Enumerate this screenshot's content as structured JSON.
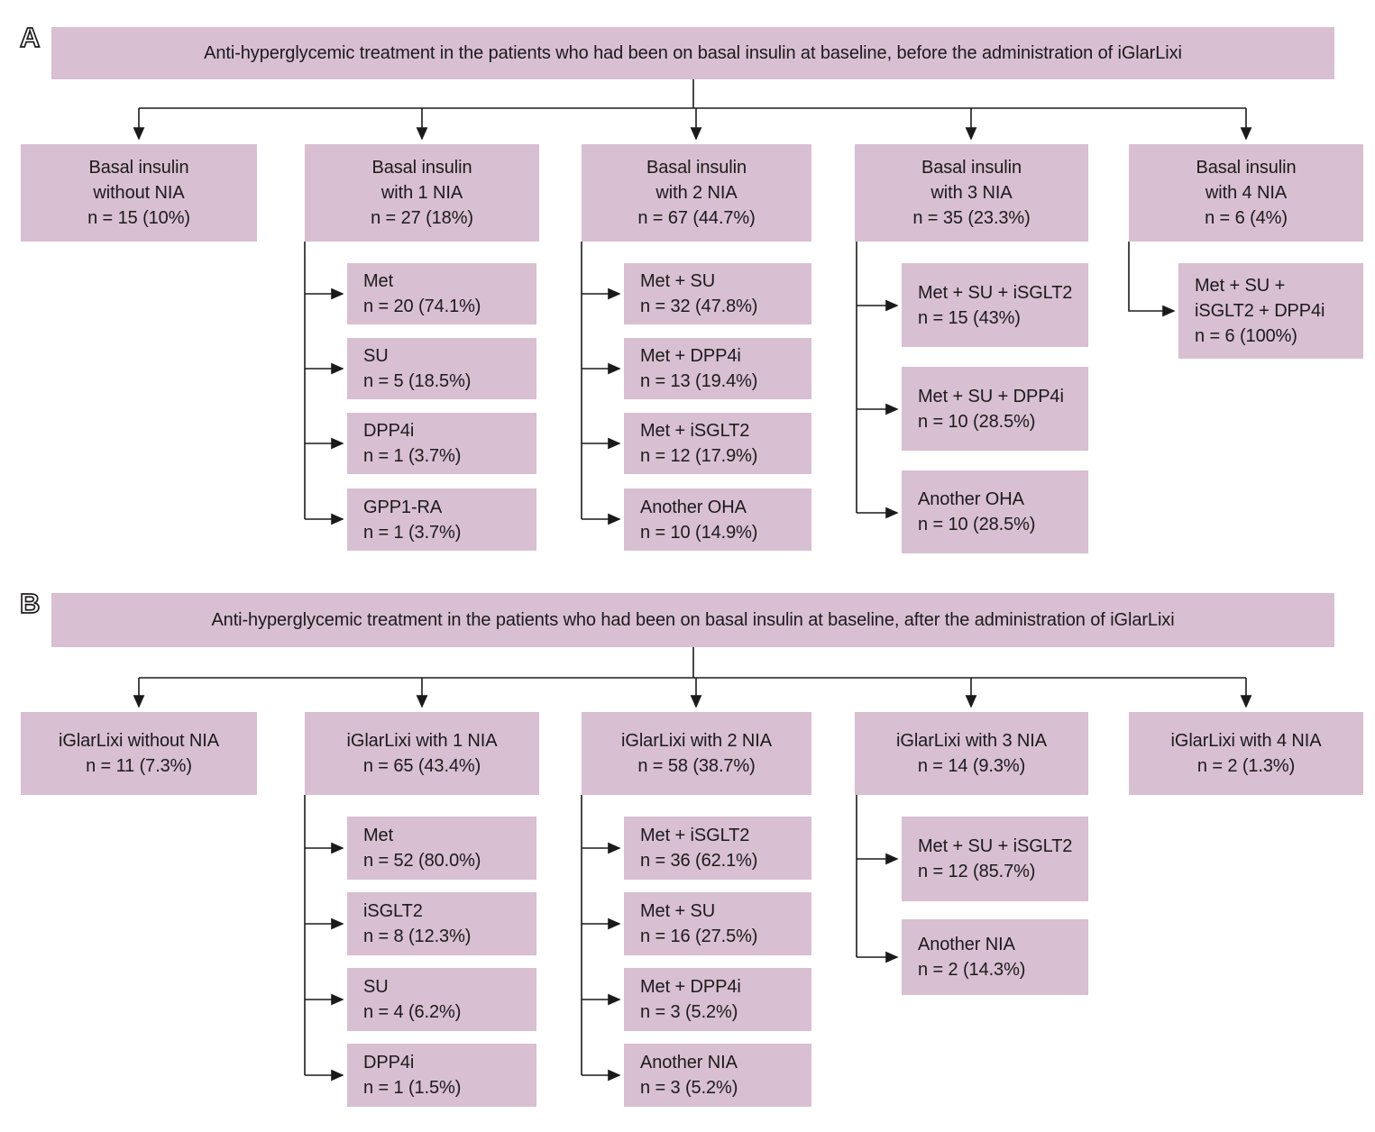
{
  "colors": {
    "box_fill": "#d8bfd2",
    "connector_line": "#1a1a1a",
    "text": "#1c1a1b",
    "background": "#ffffff"
  },
  "figure": {
    "panelA": {
      "label": "A",
      "title": "Anti-hyperglycemic treatment in the patients who had been on basal insulin at baseline, before the administration of iGlarLixi",
      "columns": [
        {
          "root": {
            "lines": [
              "Basal insulin",
              "without NIA",
              "n = 15 (10%)"
            ]
          },
          "children": []
        },
        {
          "root": {
            "lines": [
              "Basal insulin",
              "with 1 NIA",
              "n = 27 (18%)"
            ]
          },
          "children": [
            {
              "lines": [
                "Met",
                "n = 20 (74.1%)"
              ]
            },
            {
              "lines": [
                "SU",
                "n = 5 (18.5%)"
              ]
            },
            {
              "lines": [
                "DPP4i",
                "n = 1 (3.7%)"
              ]
            },
            {
              "lines": [
                "GPP1-RA",
                "n = 1 (3.7%)"
              ]
            }
          ]
        },
        {
          "root": {
            "lines": [
              "Basal insulin",
              "with 2 NIA",
              "n = 67 (44.7%)"
            ]
          },
          "children": [
            {
              "lines": [
                "Met + SU",
                "n = 32 (47.8%)"
              ]
            },
            {
              "lines": [
                "Met + DPP4i",
                "n = 13 (19.4%)"
              ]
            },
            {
              "lines": [
                "Met + iSGLT2",
                "n = 12 (17.9%)"
              ]
            },
            {
              "lines": [
                "Another OHA",
                "n = 10 (14.9%)"
              ]
            }
          ]
        },
        {
          "root": {
            "lines": [
              "Basal insulin",
              "with 3 NIA",
              "n = 35 (23.3%)"
            ]
          },
          "children": [
            {
              "lines": [
                "Met + SU + iSGLT2",
                "n = 15 (43%)"
              ]
            },
            {
              "lines": [
                "Met + SU + DPP4i",
                "n = 10 (28.5%)"
              ]
            },
            {
              "lines": [
                "Another OHA",
                "n = 10 (28.5%)"
              ]
            }
          ]
        },
        {
          "root": {
            "lines": [
              "Basal insulin",
              "with 4 NIA",
              "n = 6 (4%)"
            ]
          },
          "children": [
            {
              "lines": [
                "Met + SU +",
                "iSGLT2 + DPP4i",
                "n = 6 (100%)"
              ]
            }
          ]
        }
      ]
    },
    "panelB": {
      "label": "B",
      "title": "Anti-hyperglycemic treatment in the patients who had been on basal insulin at baseline, after the administration of iGlarLixi",
      "columns": [
        {
          "root": {
            "lines": [
              "iGlarLixi without NIA",
              "n = 11 (7.3%)"
            ]
          },
          "children": []
        },
        {
          "root": {
            "lines": [
              "iGlarLixi with 1 NIA",
              "n = 65 (43.4%)"
            ]
          },
          "children": [
            {
              "lines": [
                "Met",
                "n = 52 (80.0%)"
              ]
            },
            {
              "lines": [
                "iSGLT2",
                "n = 8 (12.3%)"
              ]
            },
            {
              "lines": [
                "SU",
                "n = 4 (6.2%)"
              ]
            },
            {
              "lines": [
                "DPP4i",
                "n = 1 (1.5%)"
              ]
            }
          ]
        },
        {
          "root": {
            "lines": [
              "iGlarLixi with 2 NIA",
              "n = 58 (38.7%)"
            ]
          },
          "children": [
            {
              "lines": [
                "Met + iSGLT2",
                "n = 36 (62.1%)"
              ]
            },
            {
              "lines": [
                "Met + SU",
                "n = 16 (27.5%)"
              ]
            },
            {
              "lines": [
                "Met + DPP4i",
                "n = 3 (5.2%)"
              ]
            },
            {
              "lines": [
                "Another NIA",
                "n = 3 (5.2%)"
              ]
            }
          ]
        },
        {
          "root": {
            "lines": [
              "iGlarLixi with 3 NIA",
              "n = 14 (9.3%)"
            ]
          },
          "children": [
            {
              "lines": [
                "Met + SU + iSGLT2",
                "n = 12 (85.7%)"
              ]
            },
            {
              "lines": [
                "Another NIA",
                "n = 2 (14.3%)"
              ]
            }
          ]
        },
        {
          "root": {
            "lines": [
              "iGlarLixi with 4 NIA",
              "n = 2 (1.3%)"
            ]
          },
          "children": []
        }
      ]
    }
  }
}
